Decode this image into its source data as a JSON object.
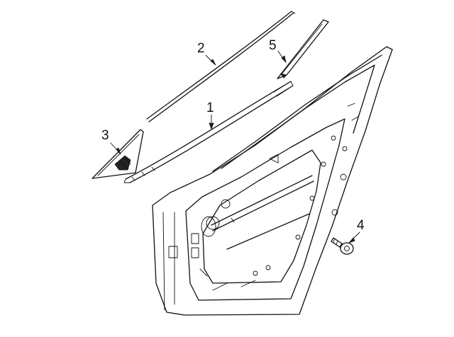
{
  "diagram": {
    "callouts": [
      {
        "id": "1",
        "text": "1"
      },
      {
        "id": "2",
        "text": "2"
      },
      {
        "id": "3",
        "text": "3"
      },
      {
        "id": "4",
        "text": "4"
      },
      {
        "id": "5",
        "text": "5"
      }
    ],
    "colors": {
      "line": "#111111",
      "background": "#ffffff"
    }
  }
}
